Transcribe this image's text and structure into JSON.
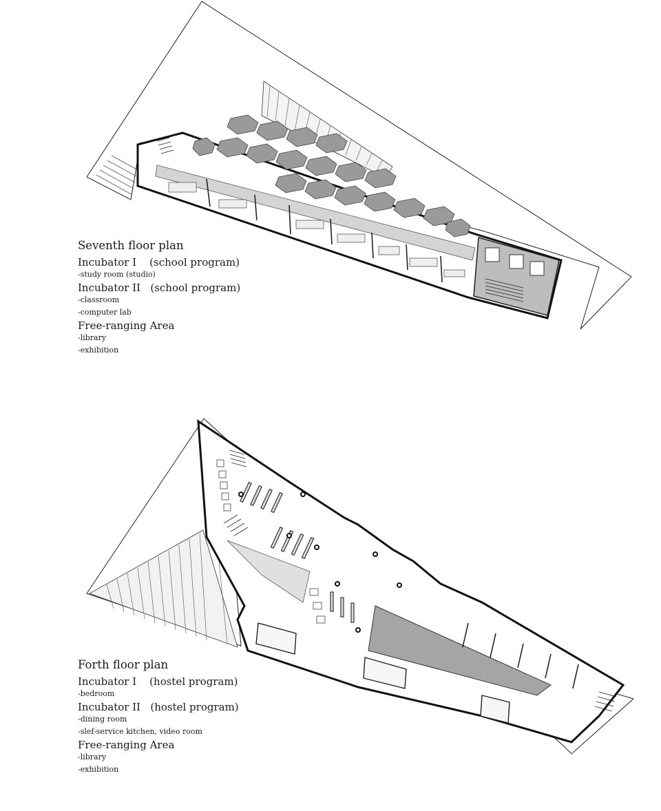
{
  "plans": [
    {
      "title": "Seventh floor plan",
      "sections": [
        {
          "heading": "Incubator I    (school program)",
          "items": [
            "-study room (studio)"
          ]
        },
        {
          "heading": "Incubator II   (school program)",
          "items": [
            "-classroom",
            "-computer lab"
          ]
        },
        {
          "heading": "Free-ranging Area",
          "items": [
            "-library",
            "-exhibition"
          ]
        }
      ]
    },
    {
      "title": "Forth floor plan",
      "sections": [
        {
          "heading": "Incubator I    (hostel program)",
          "items": [
            "-bedroom"
          ]
        },
        {
          "heading": "Incubator II   (hostel program)",
          "items": [
            "-dining room",
            "-slef-service kitchen, video room"
          ]
        },
        {
          "heading": "Free-ranging Area",
          "items": [
            "-library",
            "-exhibition"
          ]
        }
      ]
    }
  ]
}
